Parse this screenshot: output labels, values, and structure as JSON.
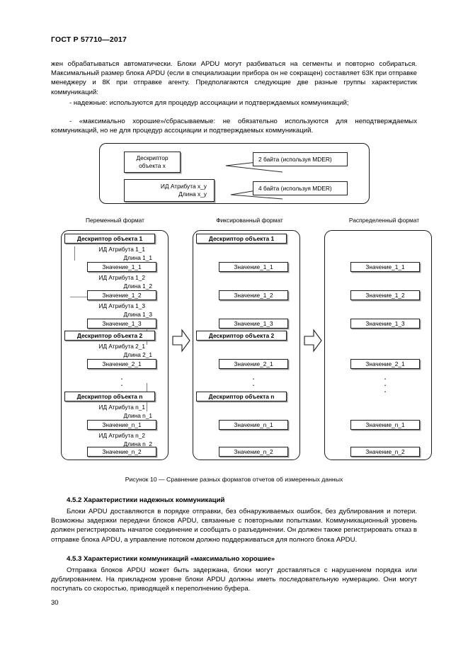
{
  "document": {
    "header": "ГОСТ Р 57710—2017",
    "page_number": "30"
  },
  "body": {
    "para1": "жен обрабатываться автоматически. Блоки APDU могут разбиваться на сегменты и повторно собираться. Максимальный размер блока APDU (если в специализации прибора он не сокращен) составляет 63К при отправке менеджеру и 8К при отправке агенту. Предполагаются следующие две разные группы характеристик коммуникаций:",
    "bullet1": "- надежные: используются для процедур ассоциации и подтверждаемых коммуникаций;",
    "bullet2": "- «максимально хорошие»/сбрасываемые: не обязательно используются для неподтверждаемых коммуникаций, но не для процедур ассоциации и подтверждаемых коммуникаций.",
    "section_452_head": "4.5.2  Характеристики надежных коммуникаций",
    "section_452_body": "Блоки APDU доставляются в порядке отправки, без обнаруживаемых ошибок, без дублирования и потери. Возможны задержки передачи блоков APDU, связанные с повторными попытками. Коммуникационный уровень должен регистрировать начатое соединение и сообщать о разъединении. Он должен также регистрировать отказ в отправке блока APDU, а управление потоком должно поддерживаться для полного блока APDU.",
    "section_453_head": "4.5.3  Характеристики коммуникаций «максимально хорошие»",
    "section_453_body": "Отправка блоков APDU может быть задержана, блоки могут доставляться с нарушением порядка или дублированием. На прикладном уровне блоки APDU должны иметь последовательную нумерацию. Они могут поступать со скоростью, приводящей к переполнению буфера."
  },
  "figure": {
    "caption": "Рисунок 10 — Сравнение разных форматов отчетов об измеренных данных",
    "top_schematic": {
      "descriptor_box": "Дескриптор\nобъекта x",
      "descriptor_box_line1": "Дескриптор",
      "descriptor_box_line2": "объекта x",
      "attribute_box_line1": "ИД Атрибута x_y",
      "attribute_box_line2": "Длина x_y",
      "size_note_1": "2 байта (используя MDER)",
      "size_note_2": "4 байта (используя MDER)"
    },
    "columns": [
      {
        "title": "Переменный формат",
        "items": [
          {
            "kind": "descriptor",
            "label": "Дескриптор объекта 1"
          },
          {
            "kind": "attr",
            "label": "ИД Атрибута 1_1"
          },
          {
            "kind": "len",
            "label": "Длина 1_1"
          },
          {
            "kind": "value",
            "label": "Значение_1_1"
          },
          {
            "kind": "attr",
            "label": "ИД Атрибута 1_2"
          },
          {
            "kind": "len",
            "label": "Длина 1_2"
          },
          {
            "kind": "value",
            "label": "Значение_1_2"
          },
          {
            "kind": "attr",
            "label": "ИД Атрибута 1_3"
          },
          {
            "kind": "len",
            "label": "Длина 1_3"
          },
          {
            "kind": "value",
            "label": "Значение_1_3"
          },
          {
            "kind": "descriptor",
            "label": "Дескриптор объекта 2"
          },
          {
            "kind": "attr",
            "label": "ИД Атрибута 2_1"
          },
          {
            "kind": "len",
            "label": "Длина 2_1"
          },
          {
            "kind": "value",
            "label": "Значение_2_1"
          },
          {
            "kind": "ellipsis",
            "label": "."
          },
          {
            "kind": "descriptor",
            "label": "Дескриптор объекта n"
          },
          {
            "kind": "attr",
            "label": "ИД Атрибута n_1"
          },
          {
            "kind": "len",
            "label": "Длина n_1"
          },
          {
            "kind": "value",
            "label": "Значение_n_1"
          },
          {
            "kind": "attr",
            "label": "ИД Атрибута n_2"
          },
          {
            "kind": "len",
            "label": "Длина n_2"
          },
          {
            "kind": "value",
            "label": "Значение_n_2"
          }
        ]
      },
      {
        "title": "Фиксированный формат",
        "items": [
          {
            "kind": "descriptor",
            "label": "Дескриптор объекта 1"
          },
          {
            "kind": "value",
            "label": "Значение_1_1"
          },
          {
            "kind": "value",
            "label": "Значение_1_2"
          },
          {
            "kind": "value",
            "label": "Значение_1_3"
          },
          {
            "kind": "descriptor",
            "label": "Дескриптор объекта 2"
          },
          {
            "kind": "value",
            "label": "Значение_2_1"
          },
          {
            "kind": "ellipsis",
            "label": "."
          },
          {
            "kind": "descriptor",
            "label": "Дескриптор объекта n"
          },
          {
            "kind": "value",
            "label": "Значение_n_1"
          },
          {
            "kind": "value",
            "label": "Значение_n_2"
          }
        ]
      },
      {
        "title": "Распределенный формат",
        "items": [
          {
            "kind": "value",
            "label": "Значение_1_1"
          },
          {
            "kind": "value",
            "label": "Значение_1_2"
          },
          {
            "kind": "value",
            "label": "Значение_1_3"
          },
          {
            "kind": "value",
            "label": "Значение_2_1"
          },
          {
            "kind": "ellipsis",
            "label": "."
          },
          {
            "kind": "value",
            "label": "Значение_n_1"
          },
          {
            "kind": "value",
            "label": "Значение_n_2"
          }
        ]
      }
    ]
  }
}
